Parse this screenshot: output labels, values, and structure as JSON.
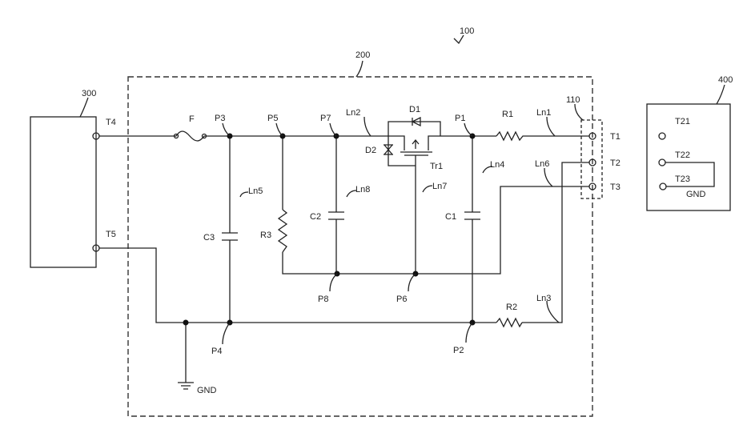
{
  "labels": {
    "system": "100",
    "circuit": "200",
    "device": "300",
    "external": "400",
    "connector": "110",
    "fuse": "F",
    "T1": "T1",
    "T2": "T2",
    "T3": "T3",
    "T4": "T4",
    "T5": "T5",
    "T21": "T21",
    "T22": "T22",
    "T23": "T23",
    "gnd_ext": "GND",
    "gnd": "GND",
    "P1": "P1",
    "P2": "P2",
    "P3": "P3",
    "P4": "P4",
    "P5": "P5",
    "P6": "P6",
    "P7": "P7",
    "P8": "P8",
    "R1": "R1",
    "R2": "R2",
    "R3": "R3",
    "C1": "C1",
    "C2": "C2",
    "C3": "C3",
    "D1": "D1",
    "D2": "D2",
    "Tr1": "Tr1",
    "Ln1": "Ln1",
    "Ln2": "Ln2",
    "Ln3": "Ln3",
    "Ln4": "Ln4",
    "Ln5": "Ln5",
    "Ln6": "Ln6",
    "Ln7": "Ln7",
    "Ln8": "Ln8"
  }
}
